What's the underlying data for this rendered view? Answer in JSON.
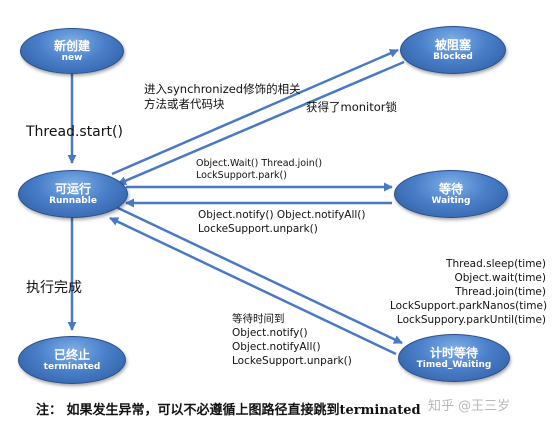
{
  "states": {
    "new": {
      "zh": "新创建",
      "en": "new"
    },
    "blocked": {
      "zh": "被阻塞",
      "en": "Blocked"
    },
    "runnable": {
      "zh": "可运行",
      "en": "Runnable"
    },
    "waiting": {
      "zh": "等待",
      "en": "Waiting"
    },
    "terminated": {
      "zh": "已终止",
      "en": "terminated"
    },
    "timed_waiting": {
      "zh": "计时等待",
      "en": "Timed_Waiting"
    }
  },
  "transitions": {
    "new_to_runnable": "Thread.start()",
    "runnable_to_blocked": [
      "进入synchronized修饰的相关",
      "方法或者代码块"
    ],
    "blocked_to_runnable": "获得了monitor锁",
    "runnable_to_waiting": [
      "Object.Wait()   Thread.join()",
      "LockSupport.park()"
    ],
    "waiting_to_runnable": [
      "Object.notify()  Object.notifyAll()",
      "LockeSupport.unpark()"
    ],
    "runnable_to_terminated": "执行完成",
    "runnable_to_timed_waiting": [
      "Thread.sleep(time)",
      "Object.wait(time)",
      "Thread.join(time)",
      "LockSupport.parkNanos(time)",
      "LockSuppory.parkUntil(time)"
    ],
    "timed_waiting_to_runnable": [
      "等待时间到",
      "Object.notify()",
      "Object.notifyAll()",
      "LockeSupport.unpark()"
    ]
  },
  "footer": "注：  如果发生异常，可以不必遵循上图路径直接跳到terminated",
  "watermark": "知乎 @王三岁"
}
